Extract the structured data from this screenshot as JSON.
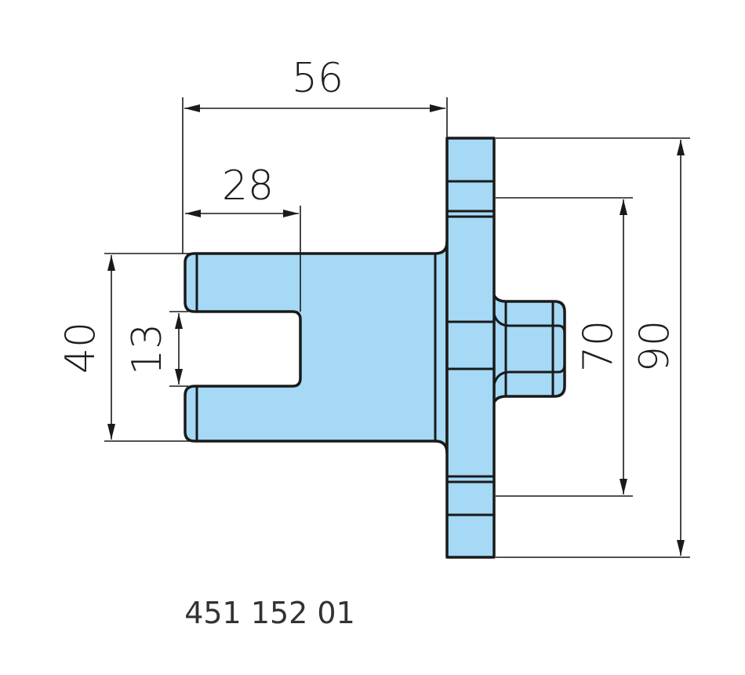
{
  "drawing": {
    "part_number": "451 152 01",
    "part_color": "#a5d9f5",
    "dimensions": {
      "overall_length": "56",
      "slot_depth": "28",
      "fork_height": "40",
      "slot_width": "13",
      "hole_spacing": "70",
      "flange_height": "90"
    }
  }
}
